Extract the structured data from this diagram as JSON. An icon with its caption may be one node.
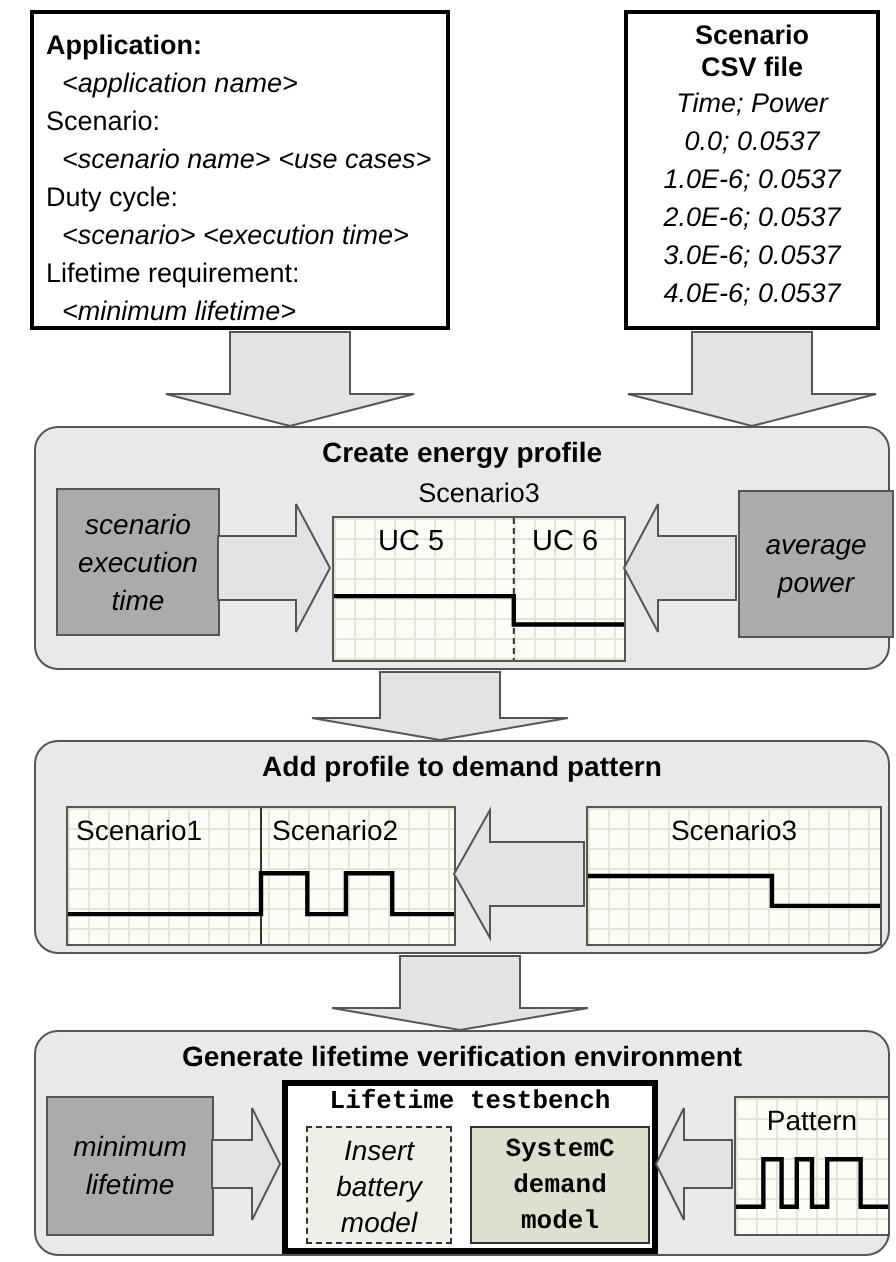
{
  "diagram": {
    "nodes": [
      {
        "text": [
          "Application:",
          "<application name>",
          "Scenario:",
          "<scenario name> <use cases>",
          "Duty cycle:",
          "<scenario> <execution time>",
          "Lifetime requirement:",
          "<minimum lifetime>"
        ]
      },
      {
        "text": [
          "Scenario CSV file",
          "Time; Power",
          "0.0; 0.0537",
          "1.0E-6; 0.0537",
          "2.0E-6; 0.0537",
          "3.0E-6; 0.0537",
          "4.0E-6; 0.0537"
        ]
      },
      {
        "text": [
          "Create energy profile"
        ]
      },
      {
        "text": [
          "scenario execution time"
        ],
        "in": 2
      },
      {
        "text": [
          "Scenario3",
          "UC 5",
          "UC 6"
        ],
        "in": 2
      },
      {
        "text": [
          "average power"
        ],
        "in": 2
      },
      {
        "text": [
          "Add profile to demand pattern"
        ]
      },
      {
        "text": [
          "Scenario1",
          "Scenario2"
        ],
        "in": 6
      },
      {
        "text": [
          "Scenario3"
        ],
        "in": 6
      },
      {
        "text": [
          "Generate lifetime verification environment"
        ]
      },
      {
        "text": [
          "minimum lifetime"
        ],
        "in": 9
      },
      {
        "text": [
          "Lifetime testbench"
        ],
        "in": 9
      },
      {
        "text": [
          "Insert battery model"
        ],
        "in": 11
      },
      {
        "text": [
          "SystemC demand model"
        ],
        "in": 11
      },
      {
        "text": [
          "Pattern"
        ],
        "in": 9
      }
    ],
    "edges": [
      {
        "from": 0,
        "to": 2,
        "arrow": "to"
      },
      {
        "from": 1,
        "to": 2,
        "arrow": "to"
      },
      {
        "from": 3,
        "to": 4,
        "arrow": "to"
      },
      {
        "from": 5,
        "to": 4,
        "arrow": "to"
      },
      {
        "from": 2,
        "to": 6,
        "arrow": "to"
      },
      {
        "from": 8,
        "to": 7,
        "arrow": "to"
      },
      {
        "from": 6,
        "to": 9,
        "arrow": "to"
      },
      {
        "from": 10,
        "to": 11,
        "arrow": "to"
      },
      {
        "from": 14,
        "to": 11,
        "arrow": "to"
      }
    ]
  }
}
